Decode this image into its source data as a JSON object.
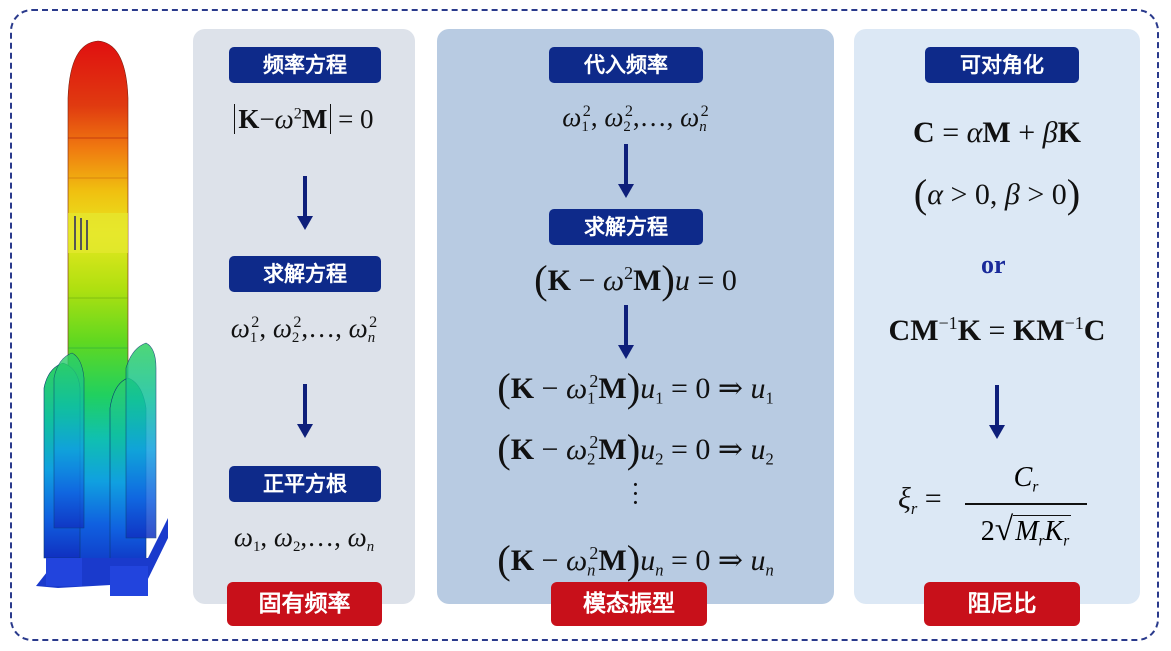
{
  "panels": {
    "natural_freq": {
      "step1_label": "频率方程",
      "step2_label": "求解方程",
      "step3_label": "正平方根",
      "result_label": "固有频率"
    },
    "mode_shape": {
      "step1_label": "代入频率",
      "step2_label": "求解方程",
      "result_label": "模态振型"
    },
    "damping": {
      "step1_label": "可对角化",
      "or_text": "or",
      "result_label": "阻尼比"
    }
  },
  "colors": {
    "label_blue": "#0e2a8a",
    "label_red": "#c8101a",
    "arrow": "#0e1f7a",
    "frame": "#2a3a8c"
  },
  "icons": [
    "rocket-fem-model-image",
    "arrow-down-icon"
  ]
}
